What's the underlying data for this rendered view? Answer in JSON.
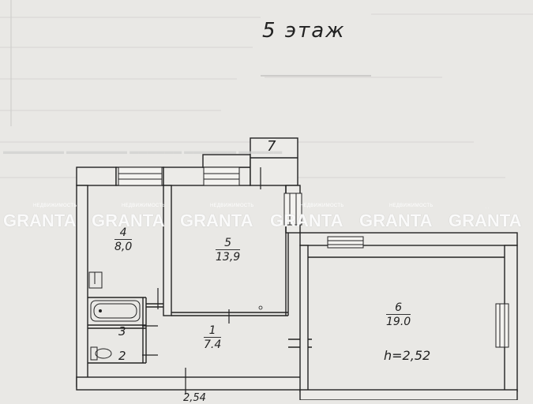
{
  "title": "5 этаж",
  "stair_label": "7",
  "height_label": "h=2,52",
  "rooms": [
    {
      "num": "4",
      "area": "8,0"
    },
    {
      "num": "5",
      "area": "13,9"
    },
    {
      "num": "1",
      "area": "7.4"
    },
    {
      "num": "6",
      "area": "19.0"
    }
  ],
  "small_rooms": [
    "3",
    "2"
  ],
  "watermark": {
    "brand": "GRANTA",
    "sub": "НЕДВИЖИМОСТЬ"
  },
  "bottom_dim": "2,54"
}
